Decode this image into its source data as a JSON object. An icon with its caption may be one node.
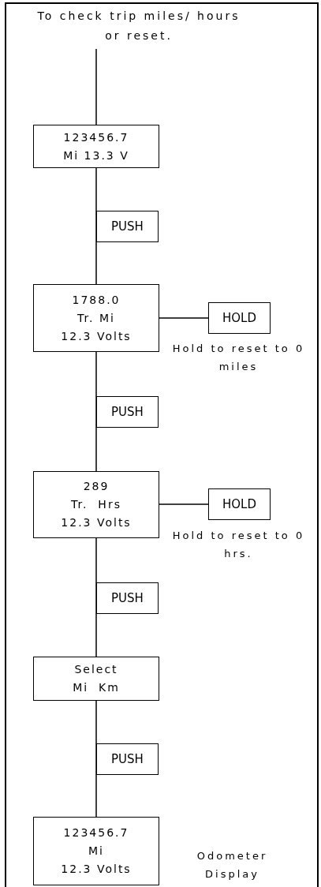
{
  "diagram": {
    "nodes": [
      {
        "text": [
          "To check trip miles/ hours or reset."
        ]
      },
      {
        "text": [
          "123456.7",
          "Mi 13.3 V"
        ]
      },
      {
        "text": [
          "PUSH"
        ]
      },
      {
        "text": [
          "1788.0",
          "Tr. Mi",
          "12.3 Volts"
        ]
      },
      {
        "text": [
          "HOLD"
        ],
        "beside": [
          "Hold to reset to 0 miles"
        ]
      },
      {
        "text": [
          "PUSH"
        ]
      },
      {
        "text": [
          "289",
          "Tr.  Hrs",
          "12.3 Volts"
        ]
      },
      {
        "text": [
          "HOLD"
        ],
        "beside": [
          "Hold to reset to 0 hrs."
        ]
      },
      {
        "text": [
          "PUSH"
        ]
      },
      {
        "text": [
          "Select",
          "Mi  Km"
        ]
      },
      {
        "text": [
          "PUSH"
        ]
      },
      {
        "text": [
          "123456.7",
          "Mi",
          "12.3 Volts"
        ]
      }
    ],
    "edges": [
      {
        "from": 0,
        "to": 1,
        "arrow": "none"
      },
      {
        "from": 1,
        "to": 3,
        "arrow": "none"
      },
      {
        "from": 3,
        "to": 4,
        "arrow": "none"
      },
      {
        "from": 3,
        "to": 6,
        "arrow": "none"
      },
      {
        "from": 6,
        "to": 7,
        "arrow": "none"
      },
      {
        "from": 6,
        "to": 9,
        "arrow": "none"
      },
      {
        "from": 9,
        "to": 11,
        "arrow": "none"
      }
    ],
    "labels": [
      "Odometer Display"
    ]
  }
}
